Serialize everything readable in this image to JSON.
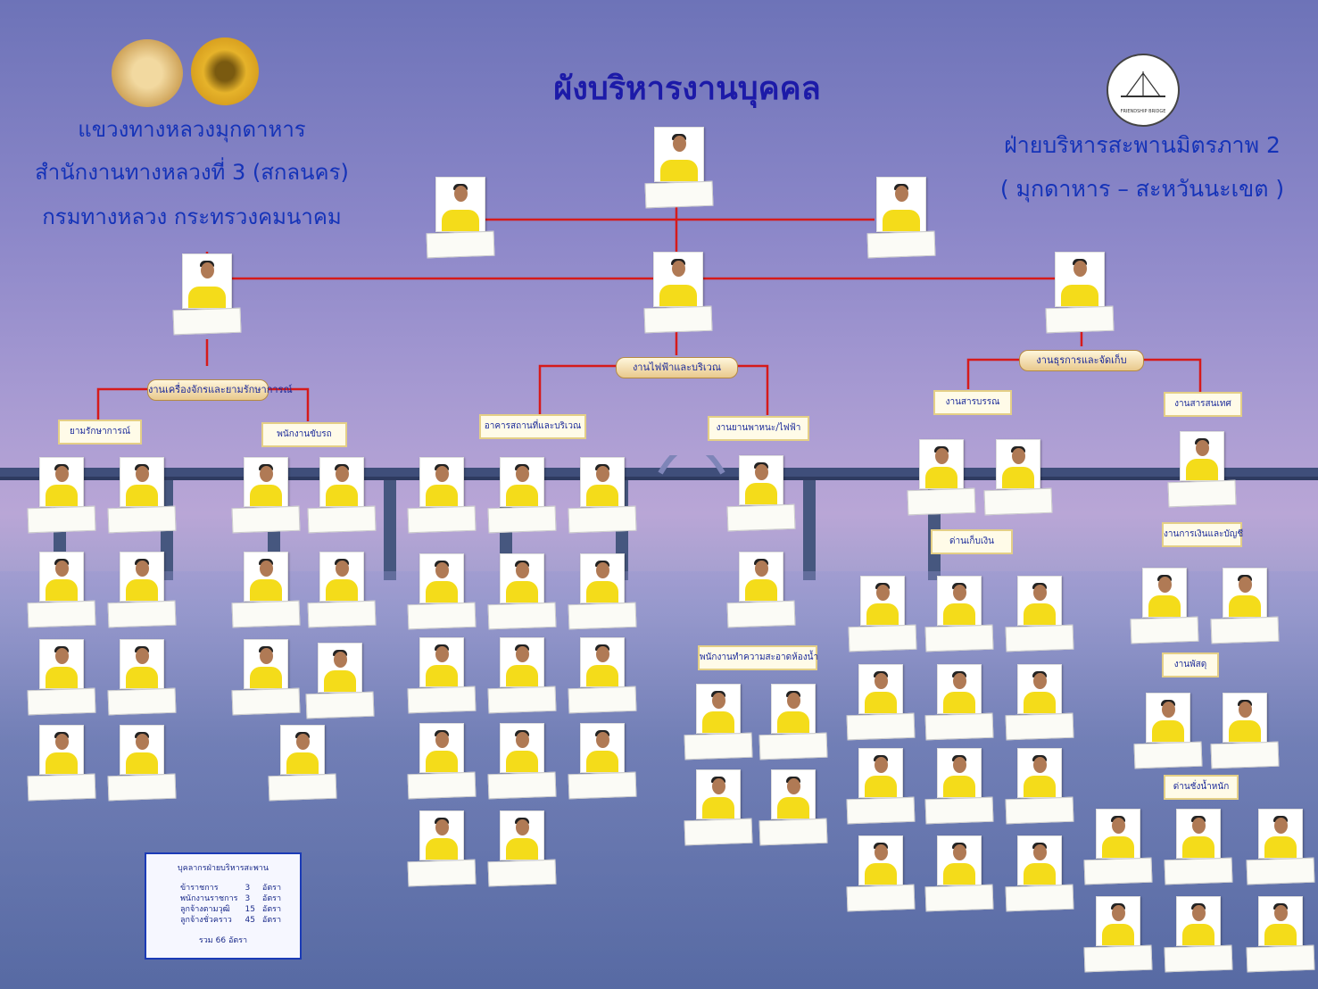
{
  "title": "ผังบริหารงานบุคคล",
  "left_header": [
    "แขวงทางหลวงมุกดาหาร",
    "สำนักงานทางหลวงที่ 3 (สกลนคร)",
    "กรมทางหลวง กระทรวงคมนาคม"
  ],
  "right_header": [
    "ฝ่ายบริหารสะพานมิตรภาพ 2",
    "( มุกดาหาร – สะหวันนะเขต )"
  ],
  "seals": {
    "right_seal_text": "FRIENDSHIP BRIDGE"
  },
  "groups": {
    "machinery": "งานเครื่องจักรและยามรักษาการณ์",
    "electric": "งานไฟฟ้าและบริเวณ",
    "business": "งานธุรการและจัดเก็บ",
    "guard": "ยามรักษาการณ์",
    "driver": "พนักงานขับรถ",
    "building": "อาคารสถานที่และบริเวณ",
    "vehicle": "งานยานพาหนะ/ไฟฟ้า",
    "cleaning": "พนักงานทำความสะอาดห้องน้ำ",
    "clerical": "งานสารบรรณ",
    "infotech": "งานสารสนเทศ",
    "toll": "ด่านเก็บเงิน",
    "finance": "งานการเงินและบัญชี",
    "supply": "งานพัสดุ",
    "weigh": "ด่านชั่งน้ำหนัก"
  },
  "summary": {
    "title": "บุคลากรฝ่ายบริหารสะพาน",
    "rows": [
      {
        "label": "ข้าราชการ",
        "count": "3",
        "unit": "อัตรา"
      },
      {
        "label": "พนักงานราชการ",
        "count": "3",
        "unit": "อัตรา"
      },
      {
        "label": "ลูกจ้างตามวุฒิ",
        "count": "15",
        "unit": "อัตรา"
      },
      {
        "label": "ลูกจ้างชั่วคราว",
        "count": "45",
        "unit": "อัตรา"
      }
    ],
    "total_label": "รวม",
    "total_count": "66",
    "total_unit": "อัตรา"
  },
  "colors": {
    "connector": "#d61a1a",
    "title": "#1c1aa8",
    "header": "#1533b8",
    "shirt": "#f4dc1a"
  }
}
